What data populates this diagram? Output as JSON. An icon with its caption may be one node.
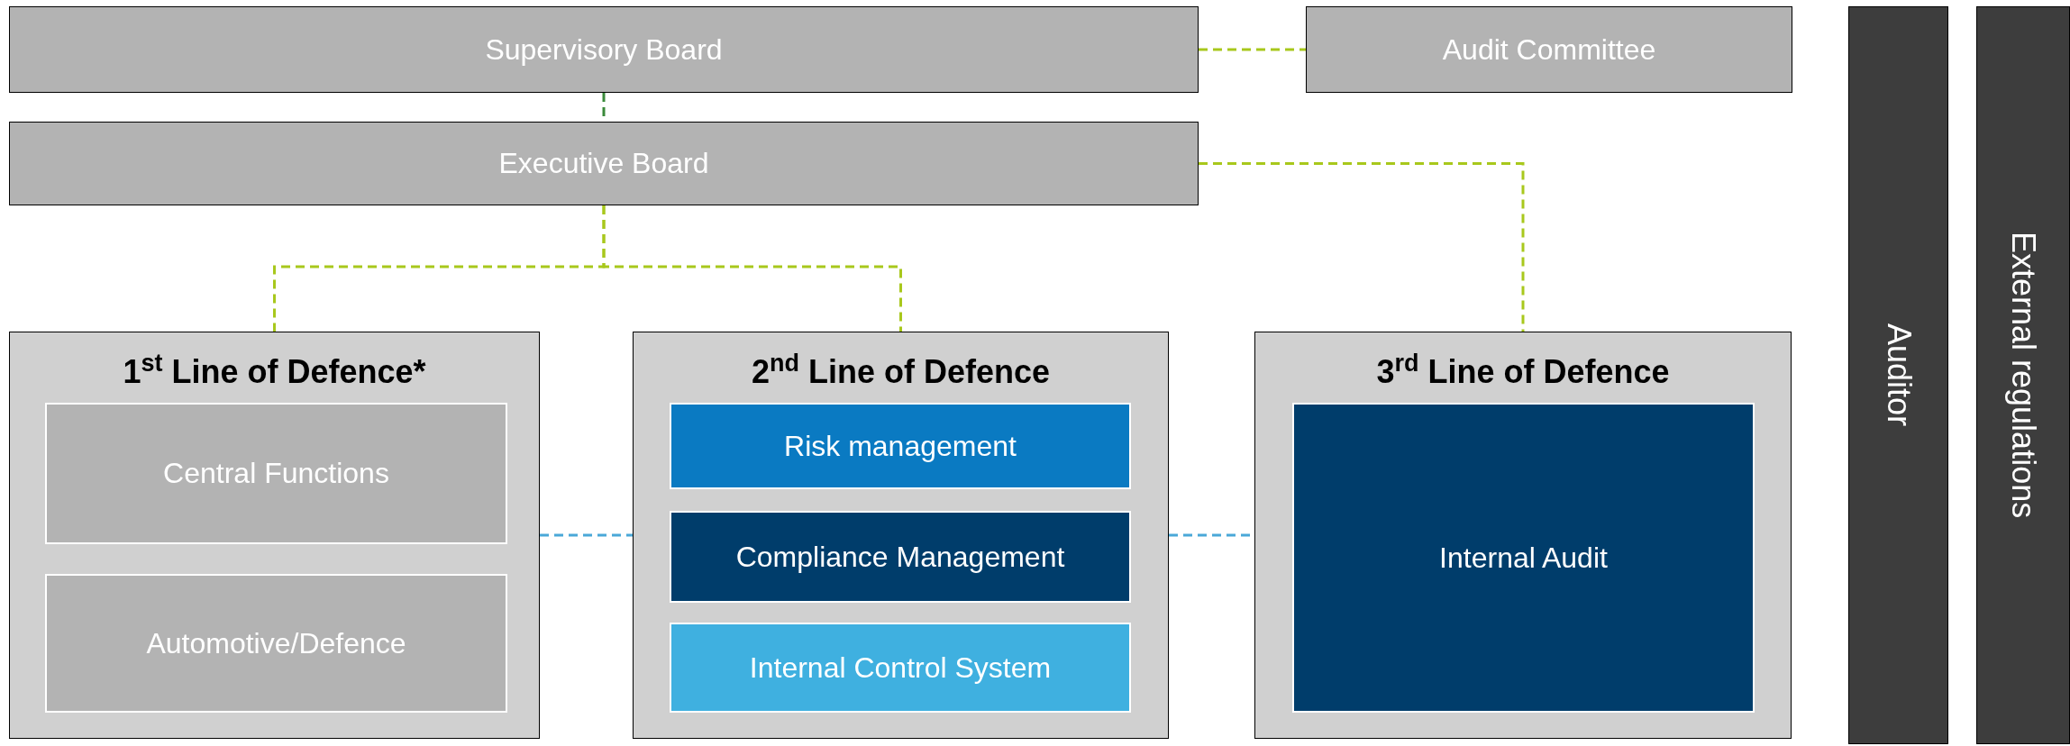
{
  "diagram": {
    "nodes": [
      {
        "text": [
          "Supervisory Board"
        ]
      },
      {
        "text": [
          "Audit Committee"
        ]
      },
      {
        "text": [
          "Executive Board"
        ]
      },
      {
        "text": [
          "1$^{st}$ Line of Defence*"
        ]
      },
      {
        "text": [
          "Central Functions"
        ],
        "in": 3
      },
      {
        "text": [
          "Automotive/Defence"
        ],
        "in": 3
      },
      {
        "text": [
          "2$^{nd}$ Line of Defence"
        ]
      },
      {
        "text": [
          "Risk management"
        ],
        "in": 6
      },
      {
        "text": [
          "Compliance Management"
        ],
        "in": 6
      },
      {
        "text": [
          "Internal Control System"
        ],
        "in": 6
      },
      {
        "text": [
          "3$^{rd}$ Line of Defence"
        ]
      },
      {
        "text": [
          "Internal Audit"
        ],
        "in": 10
      },
      {
        "text": [
          "Auditor"
        ]
      },
      {
        "text": [
          "External regulations"
        ]
      }
    ],
    "edges": [
      {
        "from": 0,
        "to": 1,
        "arrow": "none",
        "style": "dashed"
      },
      {
        "from": 0,
        "to": 2,
        "arrow": "none",
        "style": "dashed",
        "color": "#3a8a3a"
      },
      {
        "from": 2,
        "to": 3,
        "arrow": "none",
        "style": "dashed"
      },
      {
        "from": 2,
        "to": 6,
        "arrow": "none",
        "style": "dashed"
      },
      {
        "from": 2,
        "to": 10,
        "arrow": "none",
        "style": "dashed"
      },
      {
        "from": 3,
        "to": 6,
        "arrow": "none",
        "style": "dashed",
        "color": "#4aa8d8"
      },
      {
        "from": 6,
        "to": 10,
        "arrow": "none",
        "style": "dashed",
        "color": "#4aa8d8"
      }
    ]
  }
}
